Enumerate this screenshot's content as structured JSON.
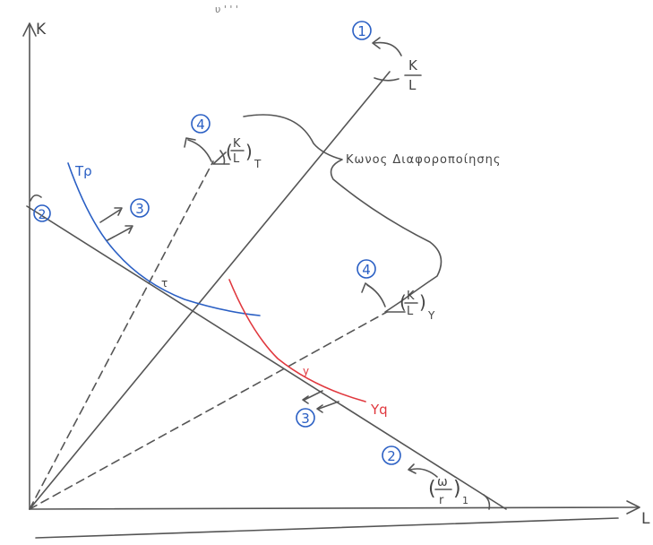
{
  "axes": {
    "y_label": "K",
    "x_label": "L",
    "top_scribble": "υ ' ' '"
  },
  "rays": {
    "ray1_label": "1",
    "ray1_ratio_num": "K",
    "ray1_ratio_den": "L"
  },
  "ratios": {
    "t_num": "K",
    "t_den": "L",
    "t_sub": "T",
    "y_num": "K",
    "y_den": "L",
    "y_sub": "Y",
    "wr_num": "ω",
    "wr_den": "r",
    "wr_sub": "1"
  },
  "cone_label": "Kωνος Διαφοροποίησης",
  "curves": {
    "tp_label": "Tρ",
    "yq_label": "Yq",
    "point_t": "τ",
    "point_y": "y"
  },
  "markers": {
    "m2_top": "2",
    "m3_blue": "3",
    "m4_top": "4",
    "m4_right": "4",
    "m3_bottom": "3",
    "m2_bottom": "2"
  },
  "colors": {
    "ink": "#555555",
    "blue": "#2a5fc4",
    "red": "#e0383e"
  }
}
